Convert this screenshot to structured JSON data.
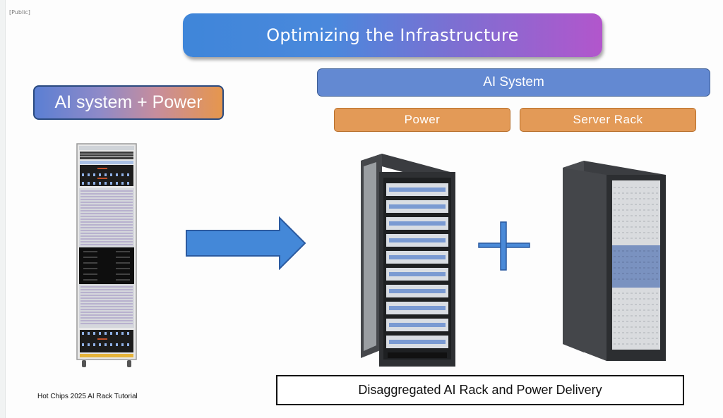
{
  "slide": {
    "classification_label": "[Public]",
    "title": "Optimizing the Infrastructure",
    "left_panel": {
      "label": "AI system + Power",
      "image_icon": "integrated-ai-rack-image"
    },
    "right_panel": {
      "system_label": "AI System",
      "components": [
        {
          "label": "Power",
          "image_icon": "power-rack-image"
        },
        {
          "label": "Server Rack",
          "image_icon": "server-rack-image"
        }
      ]
    },
    "transition_icon": "right-arrow-icon",
    "combine_icon": "plus-icon",
    "caption": "Disaggregated AI Rack and Power Delivery",
    "footer": "Hot Chips 2025 AI Rack Tutorial"
  },
  "colors": {
    "title_gradient_start": "#3f86d9",
    "title_gradient_end": "#b256cc",
    "ai_system_blue": "#6389d2",
    "component_orange": "#e39a57",
    "arrow_blue": "#4488d8"
  }
}
